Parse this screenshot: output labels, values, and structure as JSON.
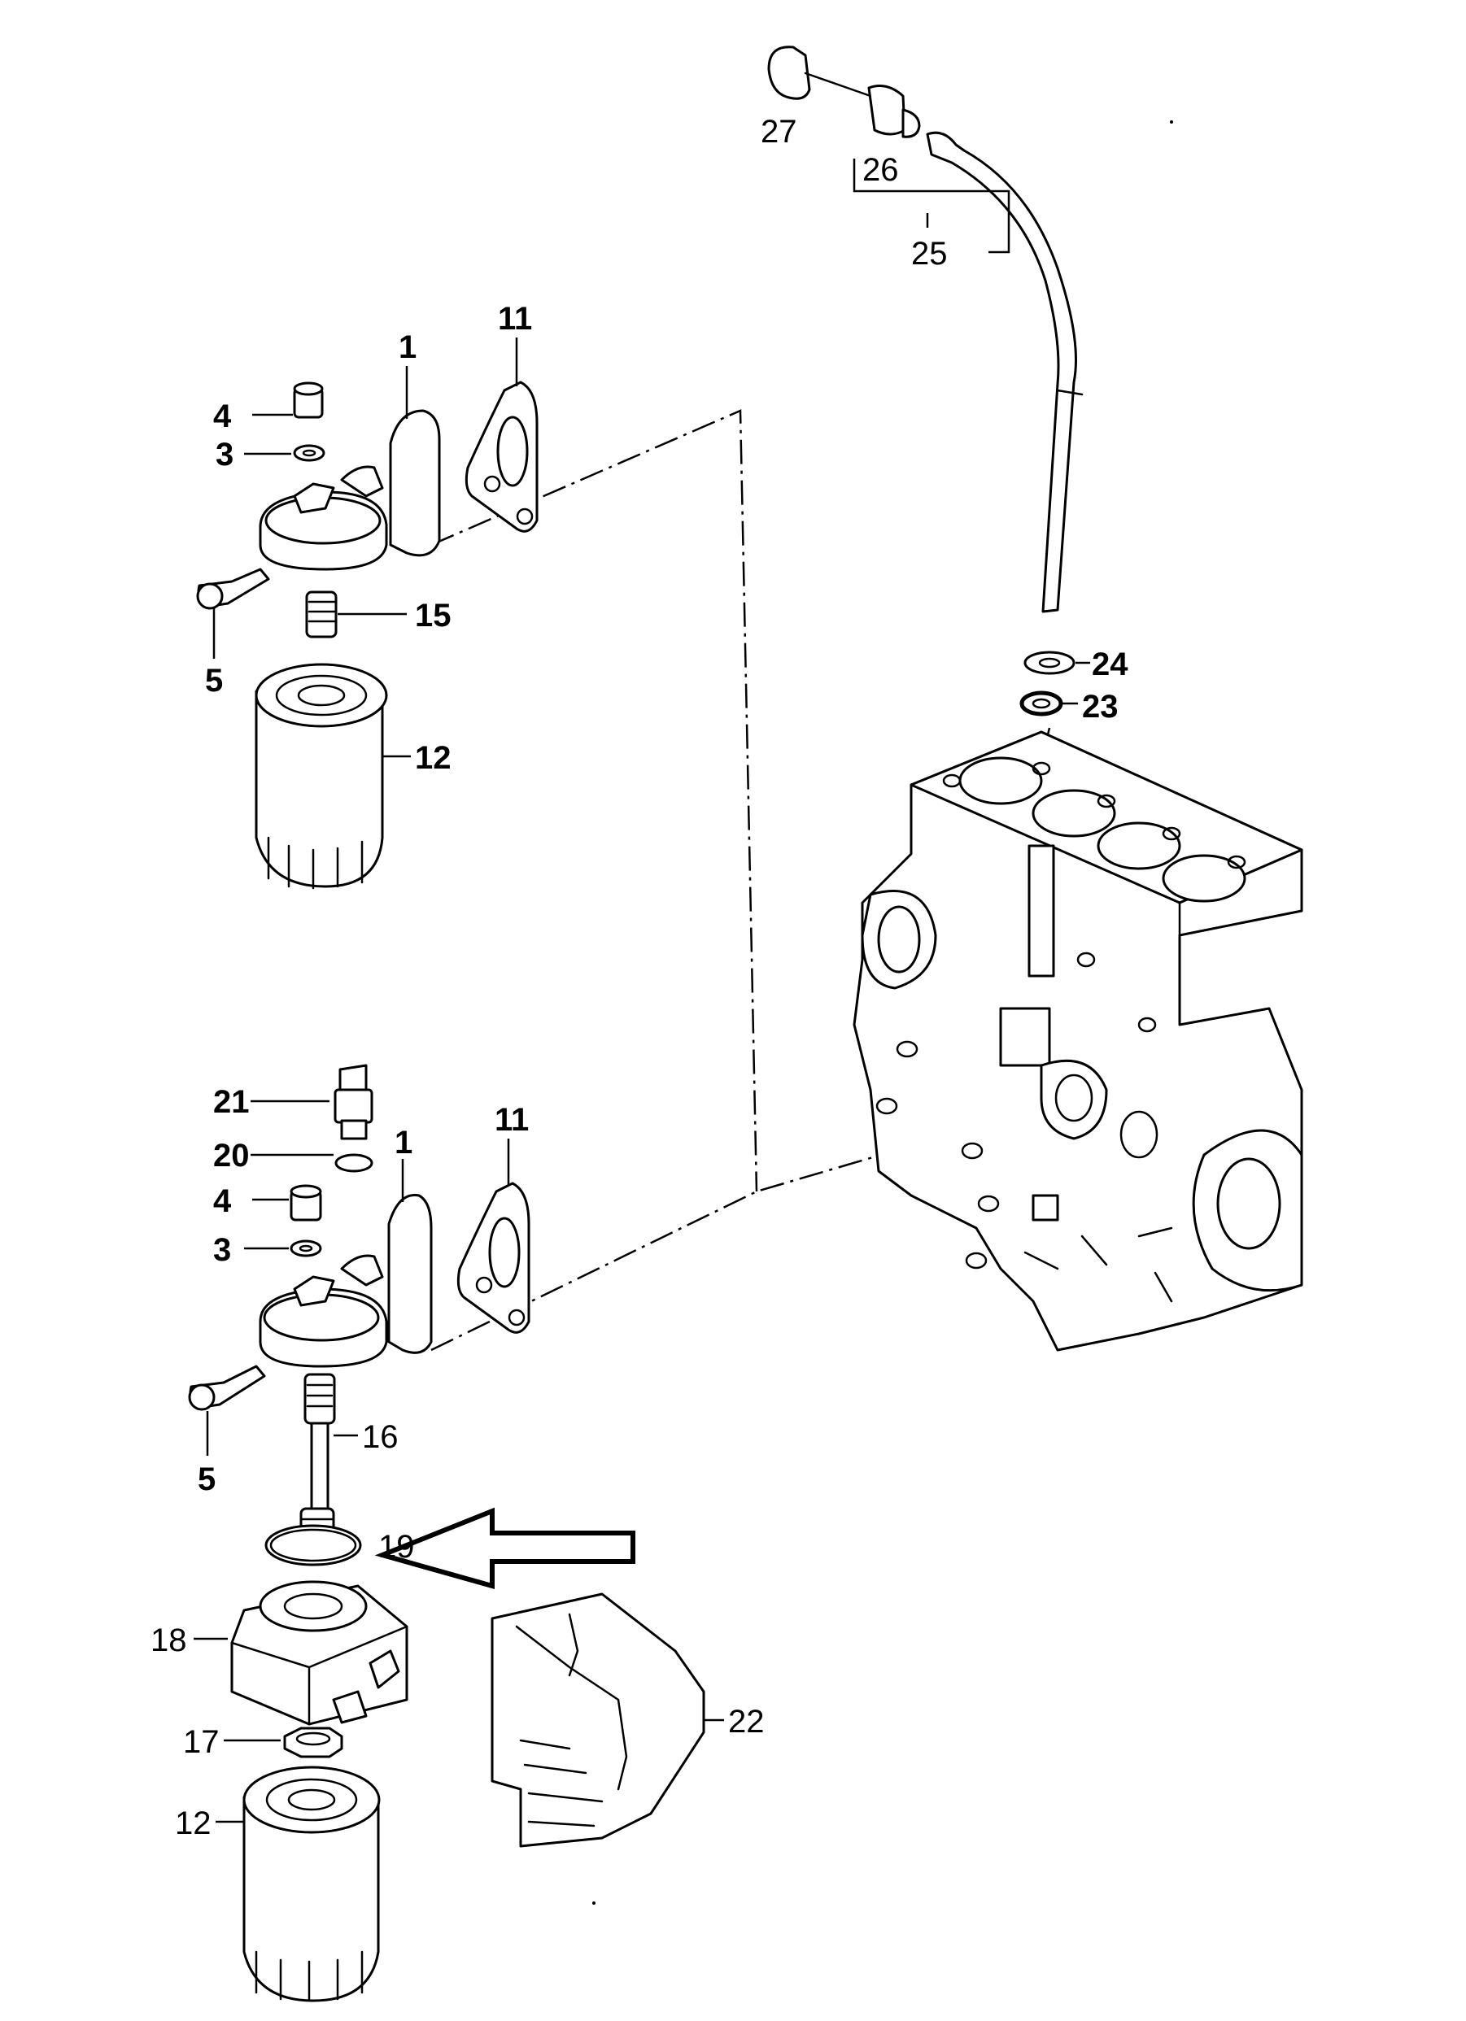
{
  "diagram": {
    "callouts": {
      "c1_top": "1",
      "c11_top": "11",
      "c4_top": "4",
      "c3_top": "3",
      "c5_top": "5",
      "c15": "15",
      "c12_top": "12",
      "c24": "24",
      "c23": "23",
      "c25": "25",
      "c26": "26",
      "c27": "27",
      "c21": "21",
      "c20": "20",
      "c1_bot": "1",
      "c11_bot": "11",
      "c4_bot": "4",
      "c3_bot": "3",
      "c5_bot": "5",
      "c16": "16",
      "c19": "19",
      "c18": "18",
      "c17": "17",
      "c12_bot": "12",
      "c22": "22"
    },
    "highlight_arrow_target": "19"
  }
}
